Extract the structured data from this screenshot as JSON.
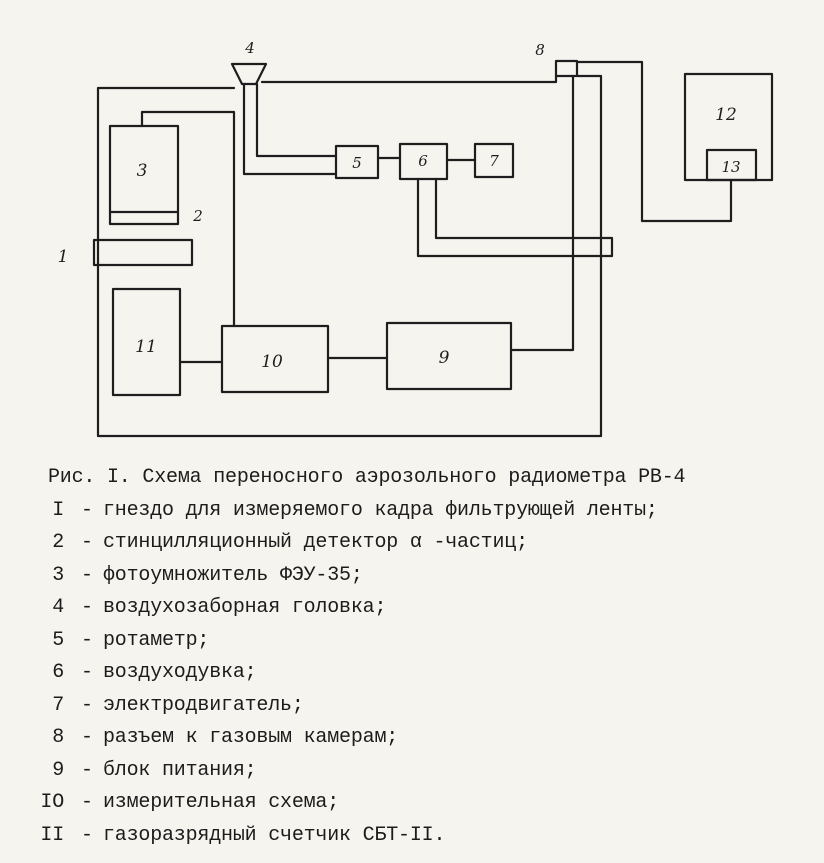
{
  "diagram": {
    "labels": {
      "l1": "1",
      "l2": "2",
      "l3": "3",
      "l4": "4",
      "l5": "5",
      "l6": "6",
      "l7": "7",
      "l8": "8",
      "l9": "9",
      "l10": "10",
      "l11": "11",
      "l12": "12",
      "l13": "13"
    }
  },
  "caption": {
    "title": "Рис. I. Схема переносного аэрозольного радиометра РВ-4",
    "items": [
      {
        "num": "I",
        "desc": "гнездо для измеряемого кадра фильтрующей ленты;"
      },
      {
        "num": "2",
        "desc": "стинцилляционный детектор α -частиц;"
      },
      {
        "num": "3",
        "desc": "фотоумножитель ФЭУ-35;"
      },
      {
        "num": "4",
        "desc": "воздухозаборная головка;"
      },
      {
        "num": "5",
        "desc": "ротаметр;"
      },
      {
        "num": "6",
        "desc": "воздуходувка;"
      },
      {
        "num": "7",
        "desc": "электродвигатель;"
      },
      {
        "num": "8",
        "desc": "разъем к газовым камерам;"
      },
      {
        "num": "9",
        "desc": "блок питания;"
      },
      {
        "num": "IO",
        "desc": "измерительная схема;"
      },
      {
        "num": "II",
        "desc": "газоразрядный счетчик СБТ-II."
      }
    ]
  }
}
